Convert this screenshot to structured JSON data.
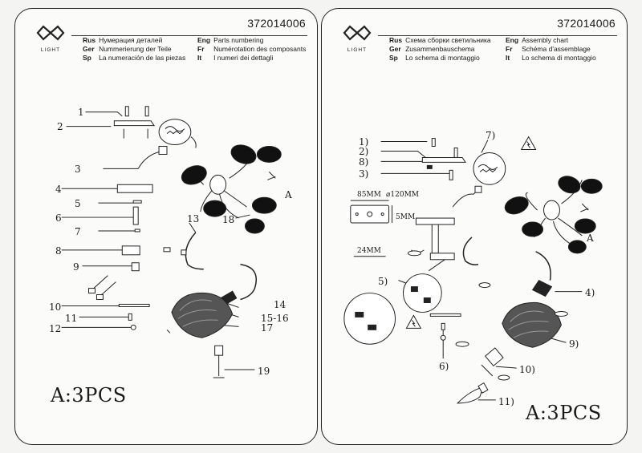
{
  "brand": {
    "word": "LIGHT"
  },
  "left": {
    "doc_number": "372014006",
    "langs": [
      {
        "code": "Rus",
        "text": "Нумерация деталей"
      },
      {
        "code": "Eng",
        "text": "Parts numbering"
      },
      {
        "code": "Ger",
        "text": "Nummerierung der Teile"
      },
      {
        "code": "Fr",
        "text": "Numérotation des composants"
      },
      {
        "code": "Sp",
        "text": "La numeración de las piezas"
      },
      {
        "code": "It",
        "text": "I numeri dei dettagli"
      }
    ],
    "callouts": {
      "c1": "1",
      "c2": "2",
      "c3": "3",
      "c4": "4",
      "c5": "5",
      "c6": "6",
      "c7": "7",
      "c8": "8",
      "c9": "9",
      "c10": "10",
      "c11": "11",
      "c12": "12",
      "c13": "13",
      "c14": "14",
      "c15_16": "15-16",
      "c17": "17",
      "c18": "18",
      "c19": "19",
      "cA": "A"
    },
    "quantity": "A:3PCS"
  },
  "right": {
    "doc_number": "372014006",
    "langs": [
      {
        "code": "Rus",
        "text": "Схема сборки светильника"
      },
      {
        "code": "Eng",
        "text": "Assembly chart"
      },
      {
        "code": "Ger",
        "text": "Zusammenbauschema"
      },
      {
        "code": "Fr",
        "text": "Schéma d'assemblage"
      },
      {
        "code": "Sp",
        "text": "Lo schema di montaggio"
      },
      {
        "code": "It",
        "text": "Lo schema di montaggio"
      }
    ],
    "callouts": {
      "c1": "1)",
      "c2": "2)",
      "c8": "8)",
      "c3": "3)",
      "c7": "7)",
      "c5": "5)",
      "c4": "4)",
      "c9": "9)",
      "c10": "10)",
      "c6": "6)",
      "c11": "11)",
      "cA": "A"
    },
    "dims": {
      "d85": "85MM",
      "d120": "⌀120MM",
      "d5": "5MM",
      "d24": "24MM"
    },
    "quantity": "A:3PCS"
  }
}
